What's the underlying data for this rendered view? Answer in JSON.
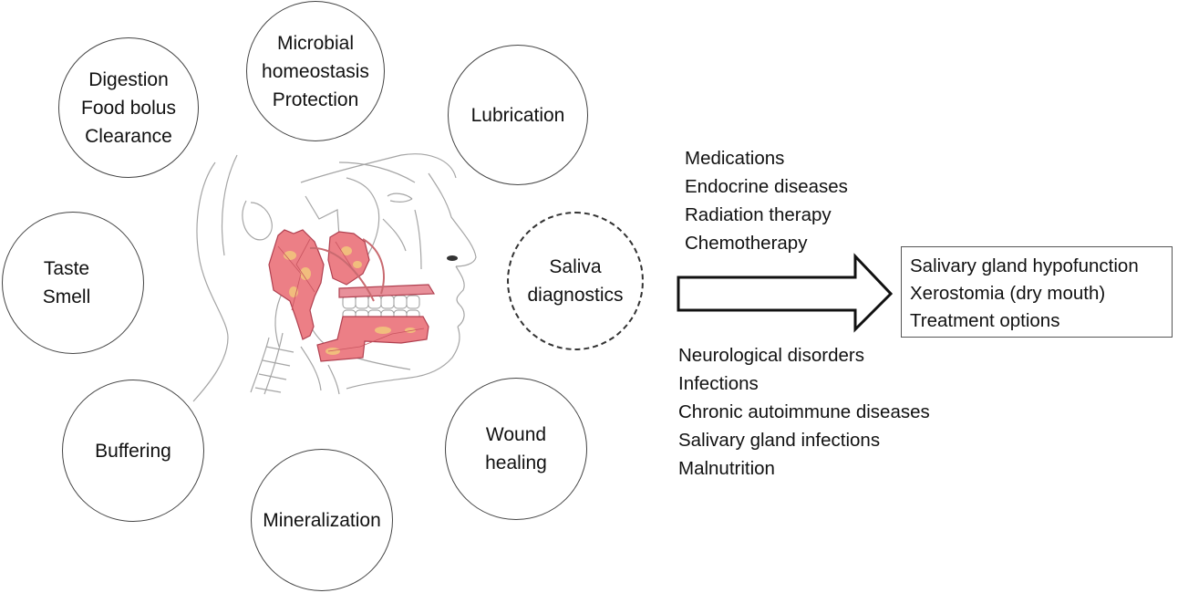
{
  "figure": {
    "illustration": {
      "name": "head-sagittal-anatomy",
      "description": "Line drawing of a head in profile showing salivary glands (parotid, submandibular, sublingual) highlighted in red/orange",
      "gland_color": "#e8707a",
      "gland_highlight_color": "#f3d27a",
      "line_color": "#9a9a9a"
    },
    "function_circles": [
      {
        "id": "digestion",
        "label": "Digestion\nFood bolus\nClearance"
      },
      {
        "id": "microbial",
        "label": "Microbial\nhomeostasis\nProtection"
      },
      {
        "id": "lubrication",
        "label": "Lubrication"
      },
      {
        "id": "taste-smell",
        "label": "Taste\nSmell"
      },
      {
        "id": "saliva-diagnostics",
        "label": "Saliva\ndiagnostics",
        "style": "dash-dot"
      },
      {
        "id": "buffering",
        "label": "Buffering"
      },
      {
        "id": "wound-healing",
        "label": "Wound\nhealing"
      },
      {
        "id": "mineralization",
        "label": "Mineralization"
      }
    ],
    "causes_above": [
      "Medications",
      "Endocrine diseases",
      "Radiation therapy",
      "Chemotherapy"
    ],
    "causes_below": [
      "Neurological disorders",
      "Infections",
      "Chronic autoimmune diseases",
      "Salivary gland infections",
      "Malnutrition"
    ],
    "arrow": {
      "direction": "right",
      "icon": "block-arrow-right"
    },
    "outcomes": [
      "Salivary gland hypofunction",
      "Xerostomia (dry mouth)",
      "Treatment options"
    ]
  }
}
